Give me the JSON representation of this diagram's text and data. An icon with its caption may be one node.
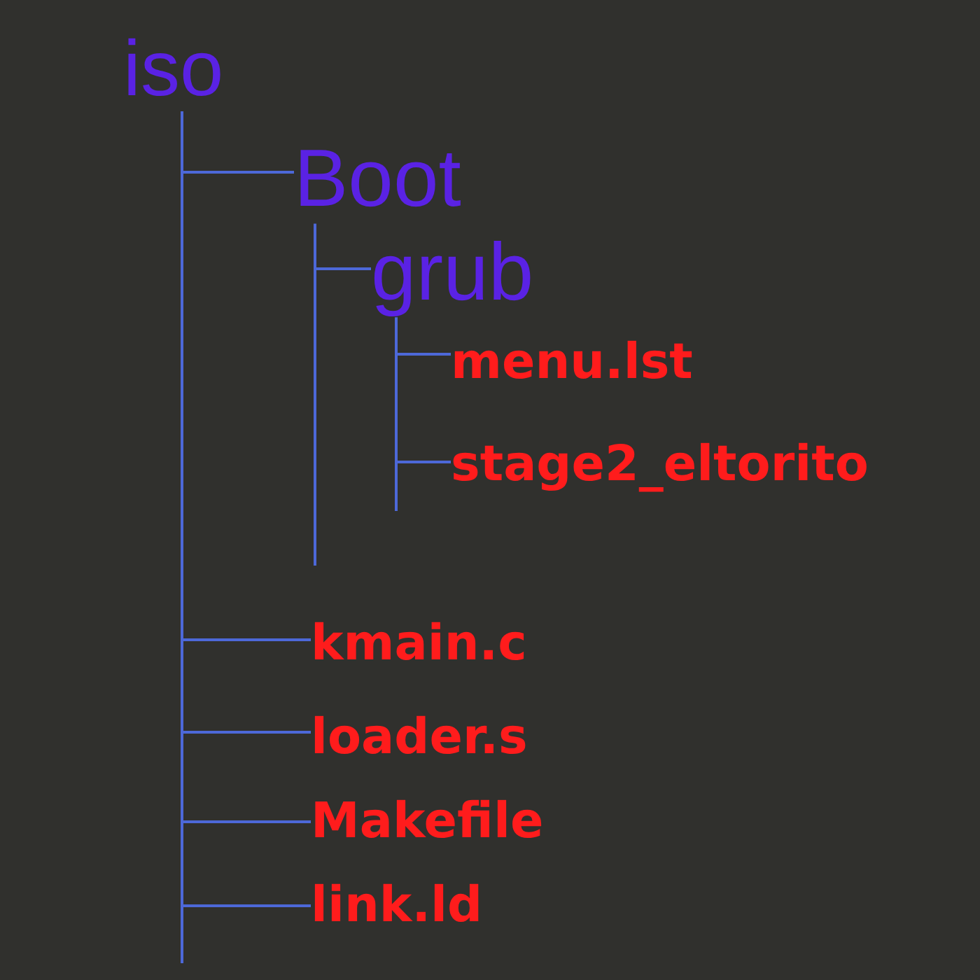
{
  "diagram": {
    "nodes": [
      {
        "text": [
          "iso"
        ]
      },
      {
        "text": [
          "Boot"
        ]
      },
      {
        "text": [
          "grub"
        ]
      },
      {
        "text": [
          "menu.lst"
        ]
      },
      {
        "text": [
          "stage2_eltorito"
        ]
      },
      {
        "text": [
          "kmain.c"
        ]
      },
      {
        "text": [
          "loader.s"
        ]
      },
      {
        "text": [
          "Makefile"
        ]
      },
      {
        "text": [
          "link.ld"
        ]
      }
    ],
    "edges": [
      {
        "from": 0,
        "to": 1,
        "arrow": "none"
      },
      {
        "from": 1,
        "to": 2,
        "arrow": "none"
      },
      {
        "from": 2,
        "to": 3,
        "arrow": "none"
      },
      {
        "from": 2,
        "to": 4,
        "arrow": "none"
      },
      {
        "from": 0,
        "to": 5,
        "arrow": "none"
      },
      {
        "from": 0,
        "to": 6,
        "arrow": "none"
      },
      {
        "from": 0,
        "to": 7,
        "arrow": "none"
      },
      {
        "from": 0,
        "to": 8,
        "arrow": "none"
      }
    ]
  }
}
